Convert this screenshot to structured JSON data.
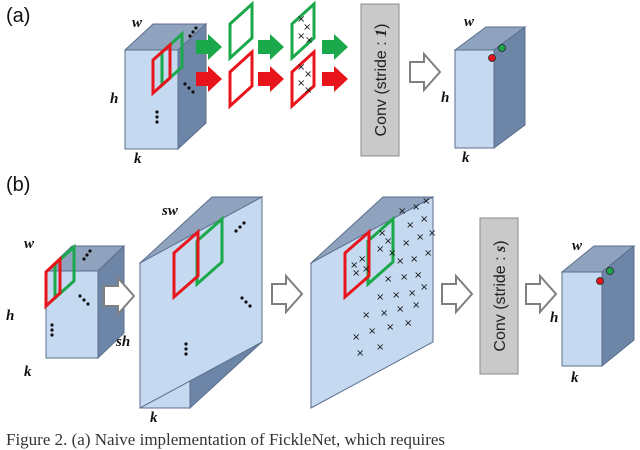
{
  "panels": {
    "a": {
      "label": "(a)",
      "input": {
        "w": "w",
        "h": "h",
        "k": "k"
      },
      "conv": {
        "prefix": "Conv (stride : ",
        "stride": "1",
        "suffix": ")"
      },
      "output": {
        "w": "w",
        "h": "h",
        "k": "k"
      }
    },
    "b": {
      "label": "(b)",
      "input": {
        "w": "w",
        "h": "h",
        "k": "k"
      },
      "expanded": {
        "w": "sw",
        "h": "sh",
        "k": "k"
      },
      "conv": {
        "prefix": "Conv (stride : ",
        "stride": "s",
        "suffix": ")"
      },
      "output": {
        "w": "w",
        "h": "h",
        "k": "k"
      }
    }
  },
  "symbols": {
    "cross": "×",
    "dots": "•••"
  },
  "colors": {
    "cube_front": "#c5d9f1",
    "cube_top": "#8fa3bf",
    "cube_side": "#6d86a8",
    "green": "#1aa84a",
    "red": "#e8141b",
    "arrow_outline": "#7f7f7f",
    "conv_fill": "#c9c9c9"
  },
  "caption": "Figure 2. (a) Naive implementation of FickleNet, which requires"
}
